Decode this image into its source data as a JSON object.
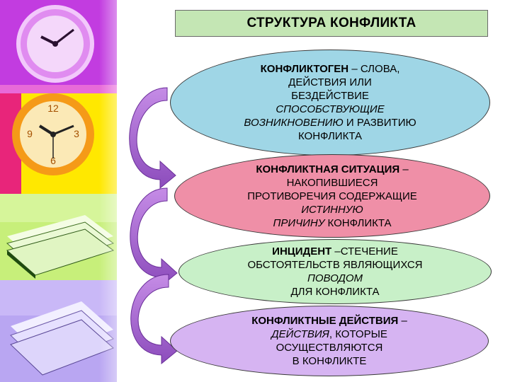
{
  "title": "СТРУКТУРА КОНФЛИКТА",
  "colors": {
    "title_bg": "#c4e6b4",
    "ellipse1": "#9fd6e6",
    "ellipse2": "#ef8fa7",
    "ellipse3": "#c8f0c8",
    "ellipse4": "#d6b4f2",
    "arrow": "#a064c8"
  },
  "items": [
    {
      "term": "КОНФЛИКТОГЕН",
      "dash": " – ",
      "lines": [
        "СЛОВА,",
        "ДЕЙСТВИЯ ИЛИ",
        "БЕЗДЕЙСТВИЕ",
        "СПОСОБСТВУЮЩИЕ",
        "ВОЗНИКНОВЕНИЮ",
        " И РАЗВИТИЮ",
        "КОНФЛИКТА"
      ]
    },
    {
      "term": "КОНФЛИКТНАЯ СИТУАЦИЯ",
      "dash": " –",
      "lines": [
        "НАКОПИВШИЕСЯ",
        "ПРОТИВОРЕЧИЯ СОДЕРЖАЩИЕ",
        "ИСТИННУЮ",
        "ПРИЧИНУ",
        " КОНФЛИКТА"
      ]
    },
    {
      "term": "ИНЦИДЕНТ",
      "dash": " –",
      "lines": [
        "СТЕЧЕНИЕ",
        "ОБСТОЯТЕЛЬСТВ ЯВЛЯЮЩИХСЯ",
        "ПОВОДОМ",
        "ДЛЯ КОНФЛИКТА"
      ]
    },
    {
      "term": "КОНФЛИКТНЫЕ ДЕЙСТВИЯ",
      "dash": " –",
      "lines": [
        "ДЕЙСТВИЯ",
        ", КОТОРЫЕ",
        "ОСУЩЕСТВЛЯЮТСЯ",
        "В КОНФЛИКТЕ"
      ]
    }
  ],
  "decor": {
    "images": [
      "clock-purple",
      "clock-orange",
      "papers-green",
      "papers-lilac"
    ]
  }
}
